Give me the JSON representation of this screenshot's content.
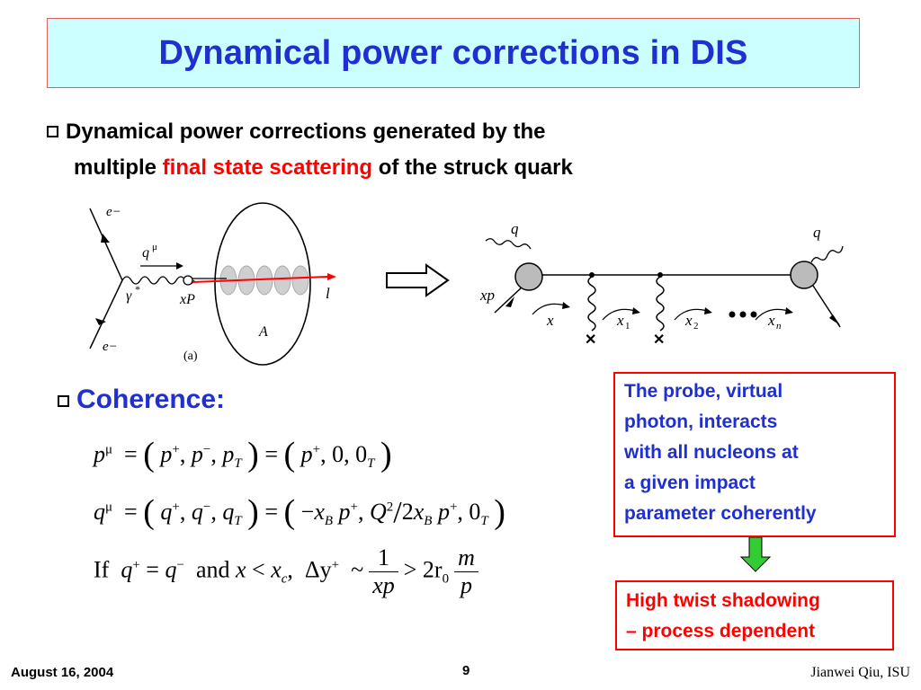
{
  "title": "Dynamical power corrections in DIS",
  "bullet1": {
    "line1": "Dynamical power corrections generated by the",
    "line2_pre": "multiple ",
    "line2_red": "final state scattering",
    "line2_post": " of the struck quark"
  },
  "diagram_left": {
    "e_top": "e−",
    "e_bottom": "e−",
    "q_mu": "q",
    "q_mu_sup": "μ",
    "gamma": "γ",
    "gamma_sup": "*",
    "xP": "xP",
    "l": "l",
    "A": "A",
    "caption": "(a)"
  },
  "diagram_right": {
    "q_in": "q",
    "q_out": "q",
    "xp": "xp",
    "x": "x",
    "x1": "x",
    "x1_sub": "1",
    "x2": "x",
    "x2_sub": "2",
    "xn": "x",
    "xn_sub": "n"
  },
  "coherence": {
    "label": "Coherence:"
  },
  "equations": {
    "eq1": {
      "lhs": "p",
      "sup": "μ",
      "p": "p",
      "plus": "+",
      "minus": "−",
      "pT": "p",
      "T": "T",
      "zero": "0",
      "zeroT": "0"
    },
    "eq2": {
      "lhs": "q",
      "sup": "μ",
      "xB": "x",
      "B": "B",
      "Q": "Q",
      "two": "2"
    },
    "eq3": {
      "if": "If",
      "and": "and",
      "x": "x",
      "xc": "x",
      "c": "c",
      "delta_y": "Δy",
      "sim": "~",
      "one": "1",
      "xp": "xp",
      "gt": ">",
      "two_r": "2r",
      "r0": "0",
      "m": "m",
      "p": "p"
    }
  },
  "probe_box": {
    "lines": [
      "The probe, virtual",
      "photon, interacts",
      "with all nucleons at",
      "a given impact",
      "parameter coherently"
    ]
  },
  "shadow_box": {
    "lines": [
      "High twist shadowing",
      "– process dependent"
    ]
  },
  "footer": {
    "date": "August 16, 2004",
    "page": "9",
    "author": "Jianwei Qiu, ISU"
  },
  "colors": {
    "title_bg": "#ccffff",
    "blue": "#1f2fd0",
    "red": "#ff0000",
    "green_arrow": "#33cc33"
  }
}
